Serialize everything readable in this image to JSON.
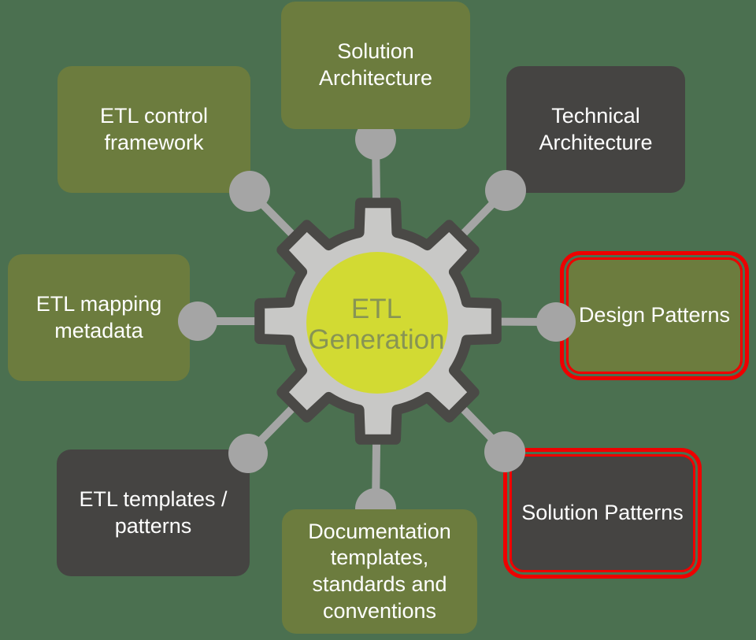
{
  "title": "ETL Generation diagram",
  "colors": {
    "background": "#4b7050",
    "olive": "#6c7c3e",
    "dark": "#454442",
    "connector": "#a5a5a5",
    "gear_body": "#c8c8c6",
    "gear_outline": "#4a4946",
    "hub": "#d2da33",
    "hub_text": "#879454",
    "highlight": "#ee0000",
    "label_text": "#ffffff"
  },
  "gear": {
    "icon": "gear-icon",
    "line1": "ETL",
    "line2": "Generation"
  },
  "nodes": [
    {
      "id": "solution-architecture",
      "label": "Solution Architecture",
      "variant": "olive",
      "highlighted": false
    },
    {
      "id": "technical-architecture",
      "label": "Technical Architecture",
      "variant": "dark",
      "highlighted": false
    },
    {
      "id": "design-patterns",
      "label": "Design Patterns",
      "variant": "olive",
      "highlighted": true
    },
    {
      "id": "solution-patterns",
      "label": "Solution Patterns",
      "variant": "dark",
      "highlighted": true
    },
    {
      "id": "documentation-templates",
      "label": "Documentation templates, standards and conventions",
      "variant": "olive",
      "highlighted": false
    },
    {
      "id": "etl-templates-patterns",
      "label": "ETL templates / patterns",
      "variant": "dark",
      "highlighted": false
    },
    {
      "id": "etl-mapping-metadata",
      "label": "ETL mapping metadata",
      "variant": "olive",
      "highlighted": false
    },
    {
      "id": "etl-control-framework",
      "label": "ETL control framework",
      "variant": "olive",
      "highlighted": false
    }
  ]
}
